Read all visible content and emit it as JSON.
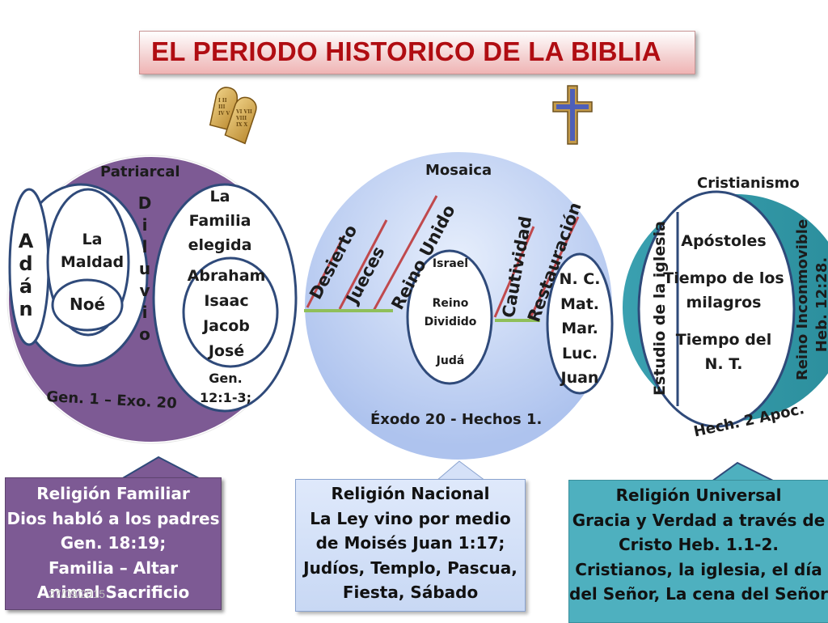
{
  "title": "EL PERIODO HISTORICO DE LA BIBLIA",
  "icons": {
    "tablets": "ten-commandments-tablets-icon",
    "cross": "cross-icon"
  },
  "patriarcal": {
    "label": "Patriarcal",
    "adan": [
      "A",
      "d",
      "á",
      "n"
    ],
    "maldad": [
      "La",
      "Maldad"
    ],
    "noe": "Noé",
    "diluvio": [
      "D",
      "i",
      "l",
      "u",
      "v",
      "i",
      "o"
    ],
    "familia": [
      "La",
      "Familia",
      "elegida"
    ],
    "patriarcas": [
      "Abraham",
      "Isaac",
      "Jacob",
      "José"
    ],
    "gen_ref": [
      "Gen.",
      "12:1-3;"
    ],
    "range": "Gen. 1 – Exo. 20"
  },
  "mosaica": {
    "label": "Mosaica",
    "desierto": "Desierto",
    "jueces": "Jueces",
    "reino_unido": "Reino Unido",
    "israel": "Israel",
    "reino_dividido": [
      "Reino",
      "Dividido"
    ],
    "juda": "Judá",
    "cautividad": "Cautividad",
    "restauracion": "Restauración",
    "nt": [
      "N. C.",
      "Mat.",
      "Mar.",
      "Luc.",
      "Juan"
    ],
    "range": "Éxodo 20 - Hechos 1."
  },
  "cristianismo": {
    "label": "Cristianismo",
    "estudio": "Estudio de la iglesia",
    "items": [
      "Apóstoles",
      "Tiempo de los",
      "milagros",
      "Tiempo del",
      "N. T."
    ],
    "reino": "Reino Inconmovible",
    "heb": "Heb. 12:28.",
    "range": "Hech. 2 Apoc."
  },
  "boxes": {
    "familiar": [
      "Religión Familiar",
      "Dios habló a los padres",
      "Gen. 18:19;",
      "Familia – Altar",
      "Animal Sacrificio"
    ],
    "nacional": [
      "Religión Nacional",
      "La Ley vino por medio",
      "de Moisés Juan 1:17;",
      "Judíos, Templo, Pascua,",
      "Fiesta, Sábado"
    ],
    "universal": [
      "Religión Universal",
      "Gracia y Verdad a través de",
      "Cristo Heb. 1.1-2.",
      "Cristianos, la iglesia, el día",
      "del Señor, La cena del Señor"
    ]
  },
  "date_overlay": "27/09/2015",
  "colors": {
    "title_red": "#b00d12",
    "purple": "#7d5a94",
    "blue_light": "#c4d3f2",
    "teal": "#4eb0bf",
    "circle_stroke": "#2f4a7a"
  }
}
